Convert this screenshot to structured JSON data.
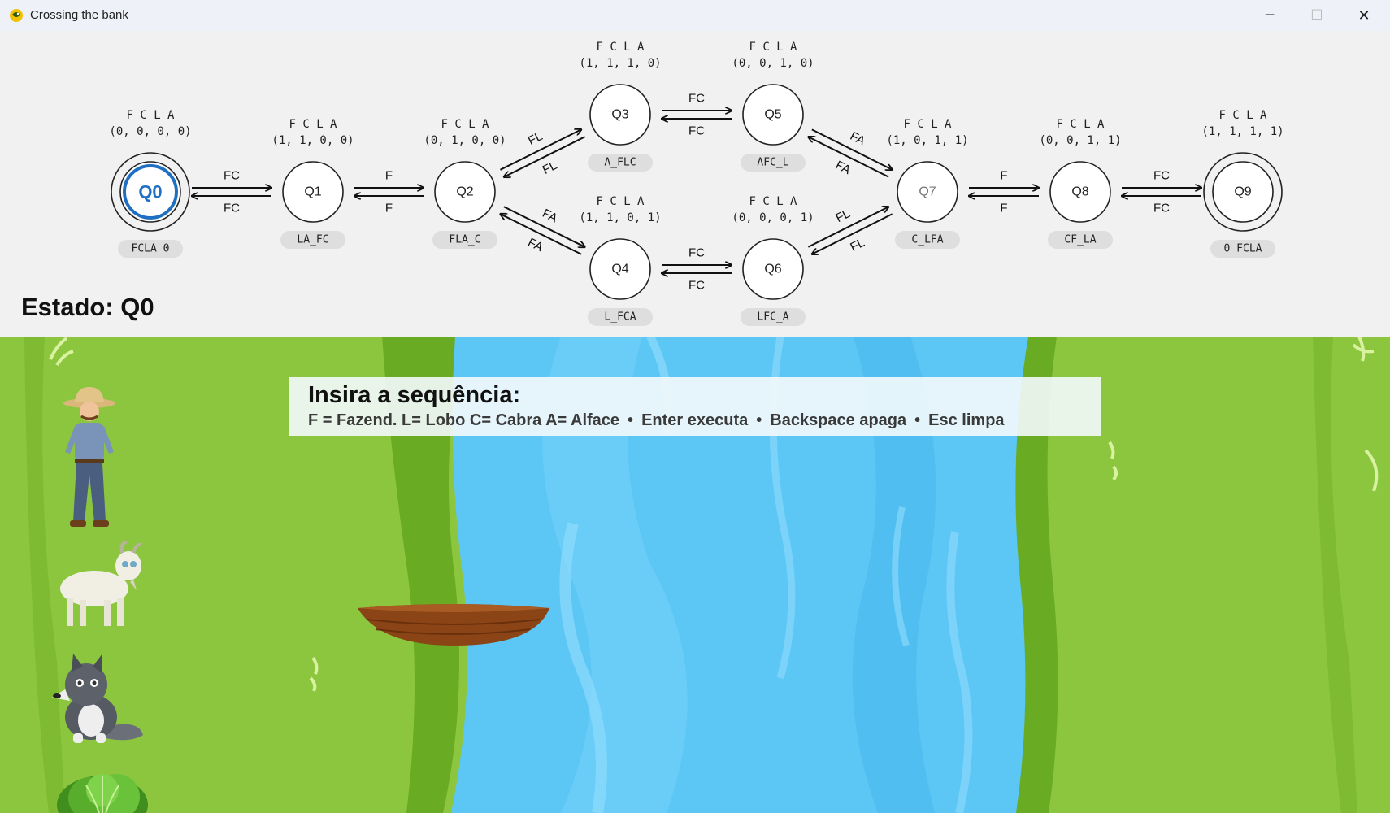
{
  "window": {
    "title": "Crossing the bank",
    "minimize_glyph": "─",
    "maximize_glyph": "☐",
    "close_glyph": "✕",
    "app_icon": "python-snake-icon"
  },
  "automaton": {
    "vector_header": "F  C  L  A",
    "states": [
      {
        "id": "Q0",
        "vector": "(0, 0, 0, 0)",
        "tag": "FCLA_0",
        "accepting": true,
        "current": true
      },
      {
        "id": "Q1",
        "vector": "(1, 1, 0, 0)",
        "tag": "LA_FC"
      },
      {
        "id": "Q2",
        "vector": "(0, 1, 0, 0)",
        "tag": "FLA_C"
      },
      {
        "id": "Q3",
        "vector": "(1, 1, 1, 0)",
        "tag": "A_FLC"
      },
      {
        "id": "Q4",
        "vector": "(1, 1, 0, 1)",
        "tag": "L_FCA"
      },
      {
        "id": "Q5",
        "vector": "(0, 0, 1, 0)",
        "tag": "AFC_L"
      },
      {
        "id": "Q6",
        "vector": "(0, 0, 0, 1)",
        "tag": "LFC_A"
      },
      {
        "id": "Q7",
        "vector": "(1, 0, 1, 1)",
        "tag": "C_LFA"
      },
      {
        "id": "Q8",
        "vector": "(0, 0, 1, 1)",
        "tag": "CF_LA"
      },
      {
        "id": "Q9",
        "vector": "(1, 1, 1, 1)",
        "tag": "0_FCLA",
        "accepting": true
      }
    ],
    "edges": [
      {
        "from": "Q0",
        "to": "Q1",
        "label": "FC"
      },
      {
        "from": "Q1",
        "to": "Q2",
        "label": "F"
      },
      {
        "from": "Q2",
        "to": "Q3",
        "label": "FL"
      },
      {
        "from": "Q2",
        "to": "Q4",
        "label": "FA"
      },
      {
        "from": "Q3",
        "to": "Q5",
        "label": "FC"
      },
      {
        "from": "Q4",
        "to": "Q6",
        "label": "FC"
      },
      {
        "from": "Q5",
        "to": "Q7",
        "label": "FA"
      },
      {
        "from": "Q6",
        "to": "Q7",
        "label": "FL"
      },
      {
        "from": "Q7",
        "to": "Q8",
        "label": "F"
      },
      {
        "from": "Q8",
        "to": "Q9",
        "label": "FC"
      }
    ],
    "status_label": "Estado: Q0"
  },
  "prompt": {
    "title": "Insira a sequência:",
    "legend": "F = Fazend. L= Lobo C= Cabra A= Alface",
    "bullet": "•",
    "hint_enter": "Enter executa",
    "hint_backspace": "Backspace apaga",
    "hint_esc": "Esc limpa"
  },
  "colors": {
    "grass": "#8cc63f",
    "grass_dark": "#6aab24",
    "water": "#5cc6f5",
    "water_light": "#8fdcfb",
    "current_state": "#1f6fc2",
    "boat": "#8a4416"
  }
}
